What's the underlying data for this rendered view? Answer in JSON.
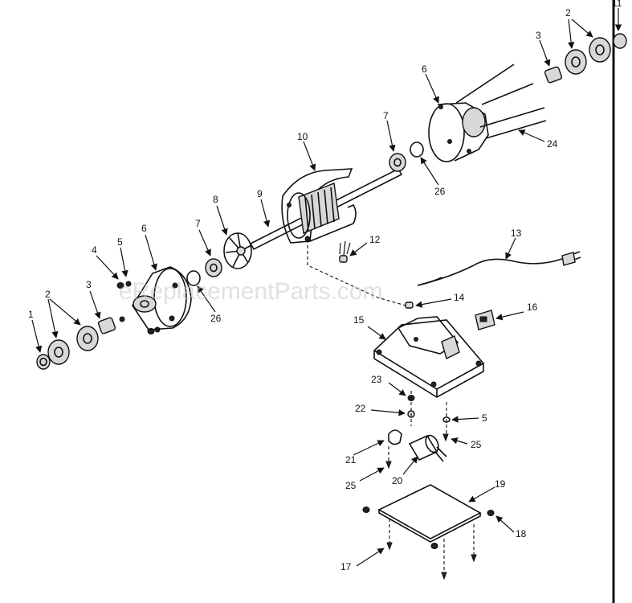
{
  "watermark": "eReplacementParts.com",
  "callouts": {
    "c1": "1",
    "c2a": "2",
    "c2b": "2",
    "c3a": "3",
    "c3b": "3",
    "c4": "4",
    "c5a": "5",
    "c5b": "5",
    "c6a": "6",
    "c6b": "6",
    "c7a": "7",
    "c7b": "7",
    "c8": "8",
    "c9": "9",
    "c10": "10",
    "c11": "11",
    "c12": "12",
    "c13": "13",
    "c14": "14",
    "c15": "15",
    "c16": "16",
    "c17": "17",
    "c18": "18",
    "c19": "19",
    "c20": "20",
    "c21": "21",
    "c22": "22",
    "c23": "23",
    "c24": "24",
    "c25a": "25",
    "c25b": "25",
    "c26a": "26",
    "c26b": "26"
  }
}
